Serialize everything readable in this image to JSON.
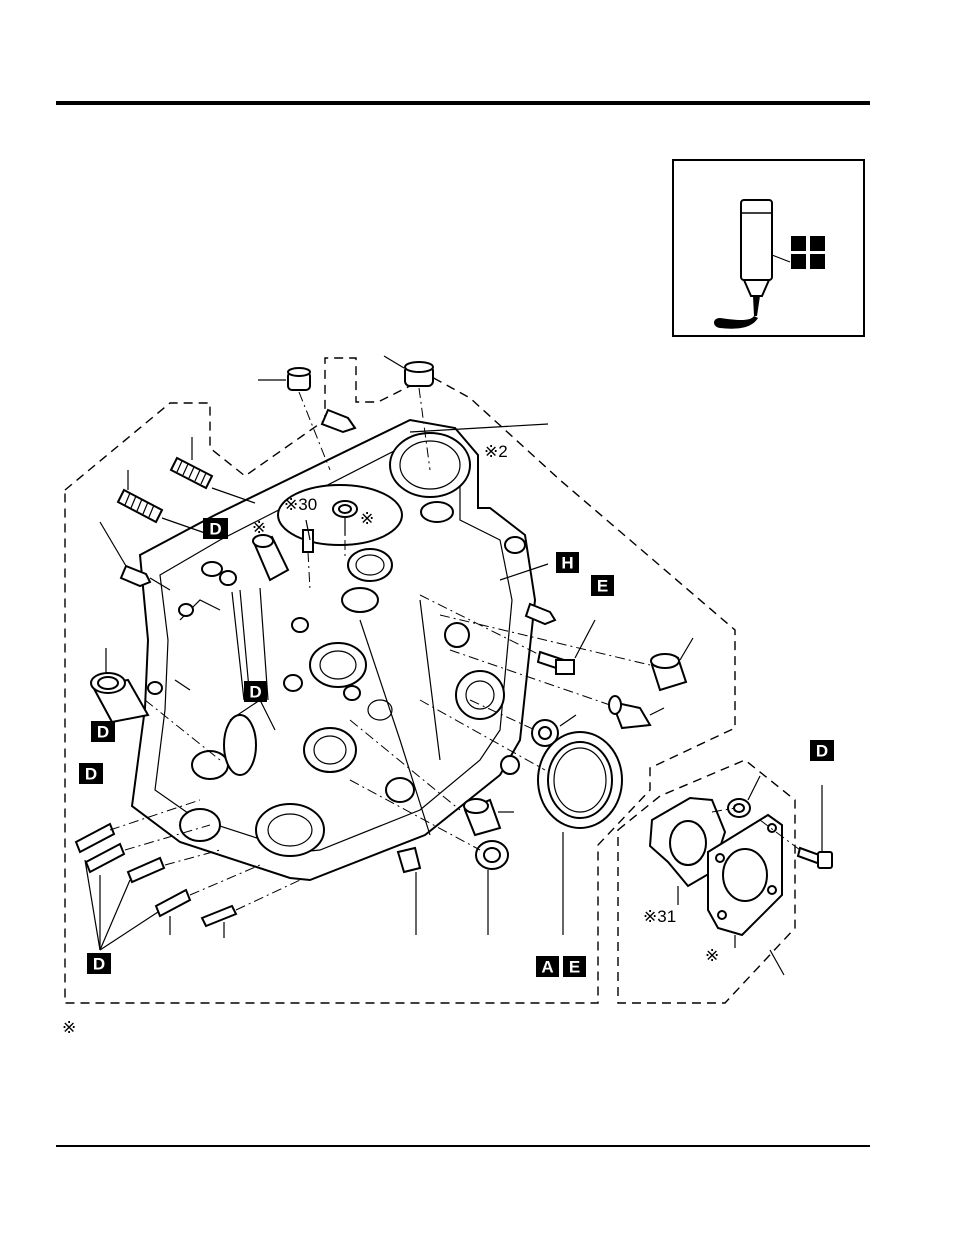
{
  "labels": {
    "ref_2": "※2",
    "ref_30": "※30",
    "ref_31": "※31",
    "mark_a": "※",
    "mark_b": "※",
    "mark_c": "※",
    "footnote": "※"
  },
  "tags": {
    "d": "D",
    "h": "H",
    "e": "E",
    "a": "A"
  },
  "colors": {
    "ink": "#000000",
    "paper": "#ffffff"
  },
  "icons": [
    "sealant-tube-icon",
    "liquid-gasket-symbol-icon"
  ]
}
